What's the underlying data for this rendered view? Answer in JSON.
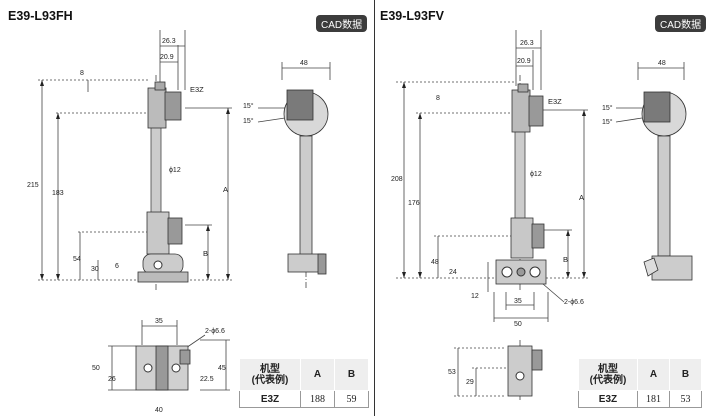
{
  "left": {
    "title": "E39-L93FH",
    "cad_label": "CAD数据",
    "labels": {
      "sensor": "E3Z",
      "shaft_dia": "ϕ12",
      "mount_holes": "2-ϕ6.6",
      "dim_a": "A",
      "dim_b": "B"
    },
    "dims": [
      "26.3",
      "20.9",
      "8",
      "215",
      "183",
      "54",
      "30",
      "6",
      "48",
      "15°",
      "15°",
      "35",
      "50",
      "26",
      "22.5",
      "45",
      "40"
    ],
    "table": {
      "header_model": "机型",
      "header_model_sub": "(代表例)",
      "header_a": "A",
      "header_b": "B",
      "row_model": "E3Z",
      "row_a": "188",
      "row_b": "59"
    }
  },
  "right": {
    "title": "E39-L93FV",
    "cad_label": "CAD数据",
    "labels": {
      "sensor": "E3Z",
      "shaft_dia": "ϕ12",
      "mount_holes": "2-ϕ6.6",
      "dim_a": "A",
      "dim_b": "B"
    },
    "dims": [
      "26.3",
      "20.9",
      "8",
      "208",
      "176",
      "48",
      "24",
      "12",
      "35",
      "50",
      "48",
      "15°",
      "15°",
      "53",
      "29"
    ],
    "table": {
      "header_model": "机型",
      "header_model_sub": "(代表例)",
      "header_a": "A",
      "header_b": "B",
      "row_model": "E3Z",
      "row_a": "181",
      "row_b": "53"
    }
  }
}
